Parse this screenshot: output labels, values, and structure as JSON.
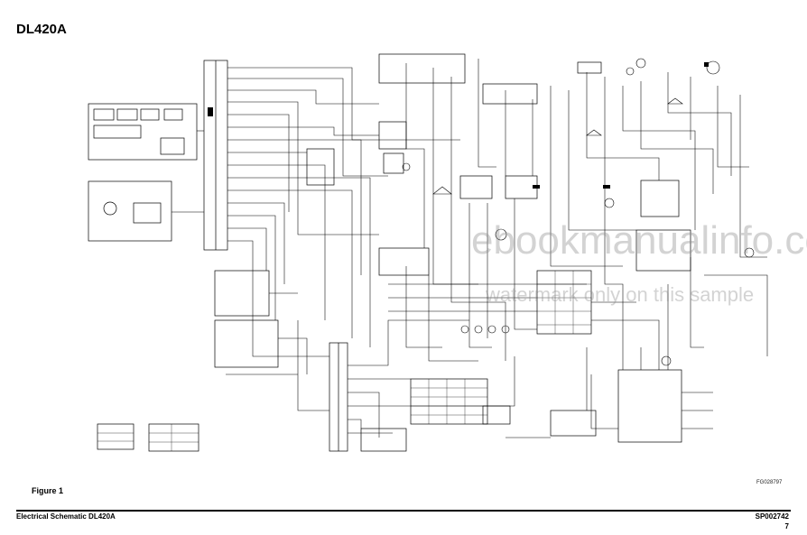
{
  "page": {
    "title": "DL420A",
    "figure_caption": "Figure 1",
    "figure_id": "FG028797",
    "footer_left": "Electrical Schematic DL420A",
    "footer_right": "SP002742",
    "page_number": "7"
  },
  "watermark": {
    "main": "ebookmanualinfo.com",
    "sub": "watermark only on this sample"
  },
  "colors": {
    "ink": "#000000",
    "watermark": "#8c8c8c"
  }
}
